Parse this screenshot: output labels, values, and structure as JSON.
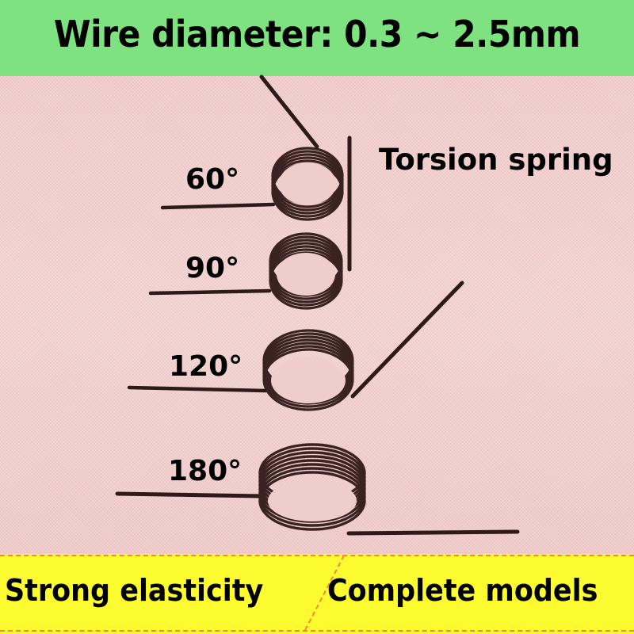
{
  "header": {
    "title": "Wire diameter: 0.3 ~ 2.5mm",
    "background": "#7de27f"
  },
  "product": {
    "name": "Torsion spring",
    "background": "#f0cfcd",
    "wire_color": "#3a2220"
  },
  "angle_labels": [
    {
      "label": "60°"
    },
    {
      "label": "90°"
    },
    {
      "label": "120°"
    },
    {
      "label": "180°"
    }
  ],
  "footer": {
    "left": "Strong elasticity",
    "right": "Complete models",
    "background": "#fbfb30",
    "dash_color": "#f2883a"
  }
}
